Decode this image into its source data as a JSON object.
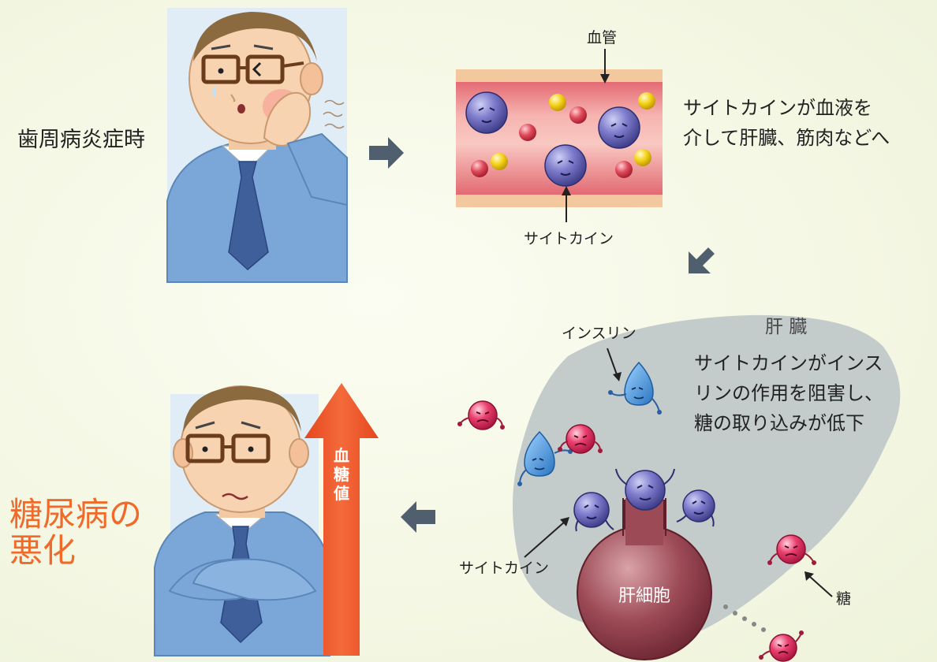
{
  "labels": {
    "symptom": "歯周病炎症時",
    "blood_vessel": "血管",
    "vessel_caption_line1": "サイトカインが血液を",
    "vessel_caption_line2": "介して肝臓、筋肉などへ",
    "cytokine_vessel": "サイトカイン",
    "liver": "肝 臓",
    "insulin": "インスリン",
    "liver_caption_line1": "サイトカインがインス",
    "liver_caption_line2": "リンの作用を阻害し、",
    "liver_caption_line3": "糖の取り込みが低下",
    "cytokine_liver": "サイトカイン",
    "hepatocyte": "肝細胞",
    "sugar": "糖",
    "blood_sugar": [
      "血",
      "糖",
      "値"
    ],
    "result_line1": "糖尿病の",
    "result_line2": "悪化"
  },
  "colors": {
    "arrow_gray": "#4f5f6d",
    "blood_sugar_arrow": "#f0552c",
    "result_text": "#f06a2a",
    "person_bg": "#e0ecf6",
    "liver_fill": "#c3cbcb",
    "vessel_outer": "#f3c89f",
    "vessel_inner": "#e88a8e",
    "cytokine": "#6a67b8",
    "sugar": "#e0245b",
    "insulin": "#3f8fd2",
    "hepatocyte": "#8b3b48"
  }
}
